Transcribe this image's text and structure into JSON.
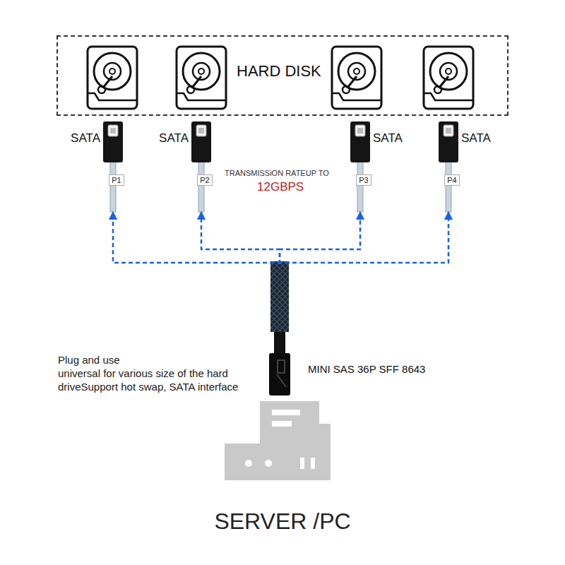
{
  "diagram": {
    "nodes": [
      {
        "text": [
          "HARD DISK"
        ]
      },
      {
        "text": [
          "SATA",
          "P1"
        ]
      },
      {
        "text": [
          "SATA",
          "P2"
        ]
      },
      {
        "text": [
          "SATA",
          "P3"
        ]
      },
      {
        "text": [
          "SATA",
          "P4"
        ]
      },
      {
        "text": [
          "MINI SAS 36P SFF 8643"
        ]
      },
      {
        "text": [
          "SERVER /PC"
        ]
      }
    ],
    "edges": [
      {
        "from": 5,
        "to": 1,
        "arrow": "to"
      },
      {
        "from": 5,
        "to": 2,
        "arrow": "to"
      },
      {
        "from": 5,
        "to": 3,
        "arrow": "to"
      },
      {
        "from": 5,
        "to": 4,
        "arrow": "to"
      }
    ],
    "labels": [
      "TRANSMISSiON RATEUP TO",
      "12GBPS",
      "Plug and use",
      "universal for various size of the hard driveSupport hot swap, SATA interface"
    ]
  }
}
